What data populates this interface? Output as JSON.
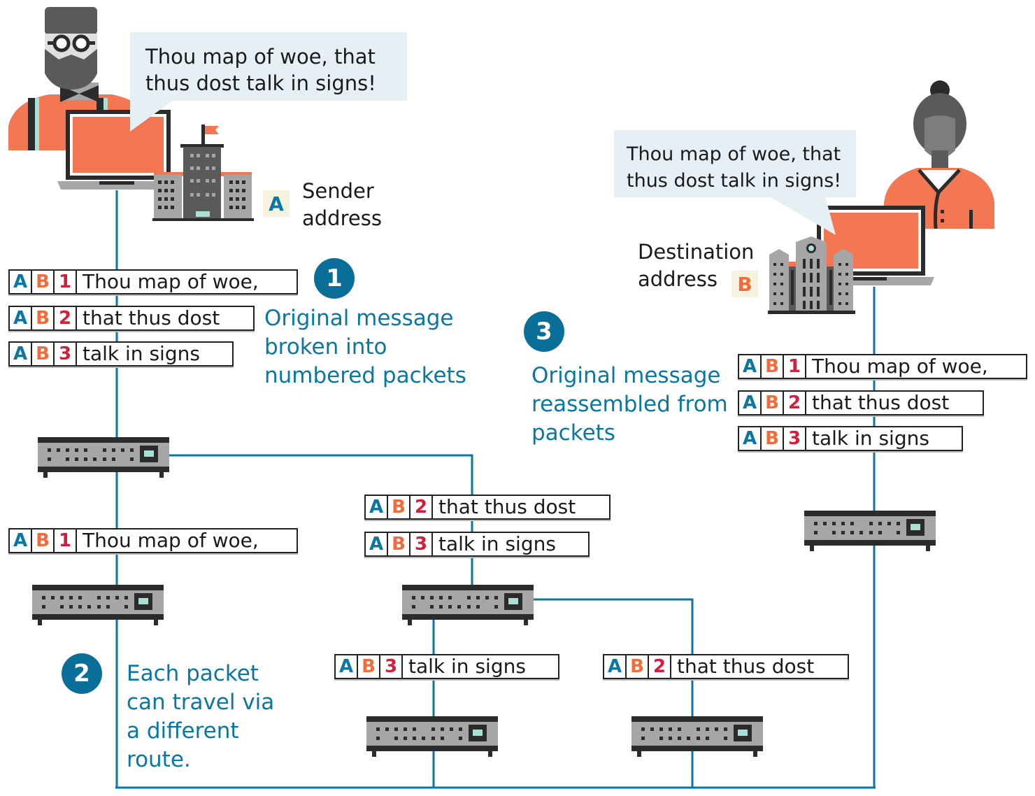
{
  "colors": {
    "route_line": "#0a76a3",
    "step_badge": "#0a6f98",
    "sender_letter": "#0a76a3",
    "destination_letter": "#f26b3a",
    "sequence_number": "#d21f3c",
    "speech_bubble": "#e6eff4",
    "address_badge": "#f6f2e0",
    "accent_orange": "#f27752",
    "router_body": "#a6a6a6",
    "router_dark": "#2b2b2b"
  },
  "sender": {
    "speech": [
      "Thou map of woe, that",
      "thus dost talk in signs!"
    ],
    "address_letter": "A",
    "address_label": [
      "Sender",
      "address"
    ]
  },
  "receiver": {
    "speech": [
      "Thou map of woe, that",
      "thus dost talk in signs!"
    ],
    "address_letter": "B",
    "address_label": [
      "Destination",
      "address"
    ]
  },
  "steps": [
    {
      "number": "1",
      "caption": [
        "Original message",
        "broken into",
        "numbered packets"
      ]
    },
    {
      "number": "2",
      "caption": [
        "Each packet",
        "can travel via",
        "a different",
        "route."
      ]
    },
    {
      "number": "3",
      "caption": [
        "Original message",
        "reassembled from",
        "packets"
      ]
    }
  ],
  "packet_groups": {
    "original": [
      {
        "src": "A",
        "dst": "B",
        "seq": "1",
        "text": "Thou map of woe,"
      },
      {
        "src": "A",
        "dst": "B",
        "seq": "2",
        "text": "that thus dost"
      },
      {
        "src": "A",
        "dst": "B",
        "seq": "3",
        "text": "talk in signs"
      }
    ],
    "route_left": [
      {
        "src": "A",
        "dst": "B",
        "seq": "1",
        "text": "Thou map of woe,"
      }
    ],
    "route_middle": [
      {
        "src": "A",
        "dst": "B",
        "seq": "2",
        "text": "that thus dost"
      },
      {
        "src": "A",
        "dst": "B",
        "seq": "3",
        "text": "talk in signs"
      }
    ],
    "branch_a": [
      {
        "src": "A",
        "dst": "B",
        "seq": "3",
        "text": "talk in signs"
      }
    ],
    "branch_b": [
      {
        "src": "A",
        "dst": "B",
        "seq": "2",
        "text": "that thus dost"
      }
    ],
    "reassembled": [
      {
        "src": "A",
        "dst": "B",
        "seq": "1",
        "text": "Thou map of woe,"
      },
      {
        "src": "A",
        "dst": "B",
        "seq": "2",
        "text": "that thus dost"
      },
      {
        "src": "A",
        "dst": "B",
        "seq": "3",
        "text": "talk in signs"
      }
    ]
  },
  "icons": {
    "sender_person": "bearded-man-with-glasses-icon",
    "receiver_person": "woman-icon",
    "laptop": "laptop-icon",
    "sender_building": "office-building-with-flag-icon",
    "receiver_building": "clock-tower-building-icon",
    "router": "network-router-icon"
  }
}
